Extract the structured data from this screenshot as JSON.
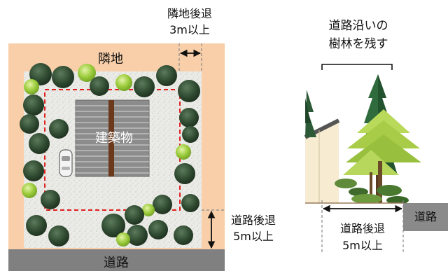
{
  "left_plan": {
    "neighbor_label": "隣地",
    "neighbor_setback_label": [
      "隣地後退",
      "3m以上"
    ],
    "building_label": "建築物",
    "road_label": "道路",
    "road_setback_label": [
      "道路後退",
      "5m以上"
    ]
  },
  "right_section": {
    "trees_caption": [
      "道路沿いの",
      "樹林を残す"
    ],
    "road_label": "道路",
    "road_setback_label": [
      "道路後退",
      "5m以上"
    ]
  },
  "colors": {
    "neighbor_band": "#f9cfa9",
    "site_ground": "#e9e9e6",
    "road": "#7f7f7f",
    "building": "#8c8c8c",
    "setback_line": "#e02020",
    "tree_dark": "#2e4a2e",
    "tree_light": "#9ccc3c"
  }
}
